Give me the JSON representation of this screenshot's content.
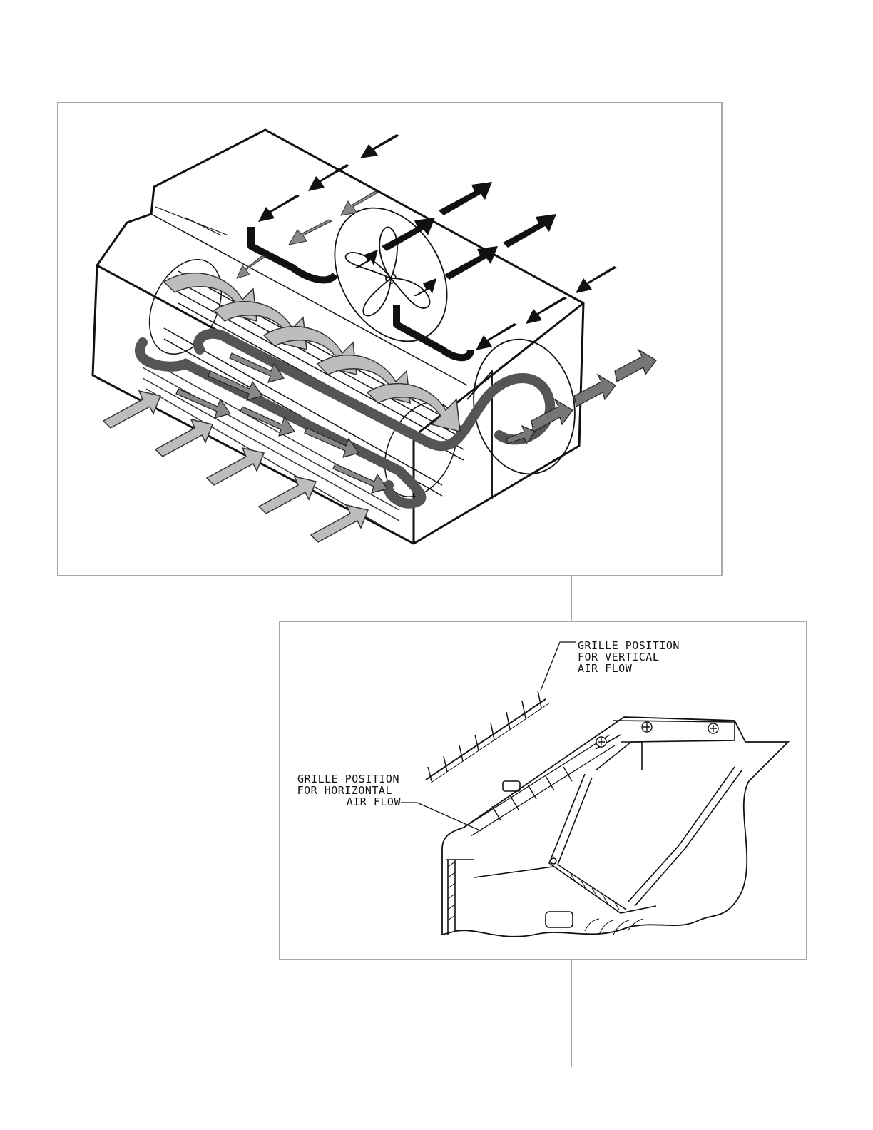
{
  "diagram": {
    "callouts": {
      "vertical": {
        "lines": [
          "GRILLE POSITION",
          "FOR VERTICAL",
          "AIR FLOW"
        ]
      },
      "horizontal": {
        "lines": [
          "GRILLE POSITION",
          "FOR HORIZONTAL",
          "AIR FLOW"
        ]
      }
    },
    "icons": [
      "fan-icon",
      "airflow-arrow-icon",
      "coil-loop-icon",
      "screw-icon"
    ]
  }
}
